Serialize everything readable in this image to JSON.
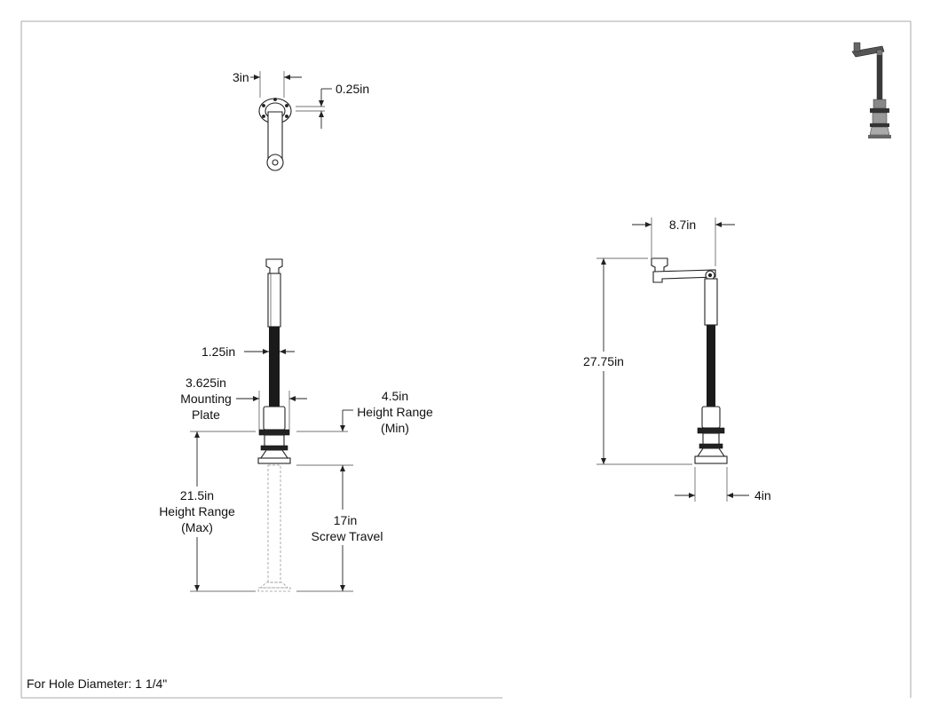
{
  "top_view": {
    "width_dim": "3in",
    "thickness_dim": "0.25in"
  },
  "front_view": {
    "screw_dia_dim": "1.25in",
    "plate_dim_value": "3.625in",
    "plate_dim_line1": "Mounting",
    "plate_dim_line2": "Plate",
    "min_height_value": "4.5in",
    "min_height_line1": "Height Range",
    "min_height_line2": "(Min)",
    "max_height_value": "21.5in",
    "max_height_line1": "Height Range",
    "max_height_line2": "(Max)",
    "travel_value": "17in",
    "travel_line1": "Screw Travel"
  },
  "side_view": {
    "arm_reach_dim": "8.7in",
    "total_height_dim": "27.75in",
    "foot_dim": "4in"
  },
  "footer": {
    "note": "For Hole Diameter: 1 1/4\""
  },
  "colors": {
    "line": "#222222",
    "border": "#999999",
    "thread": "#1a1a1a"
  }
}
